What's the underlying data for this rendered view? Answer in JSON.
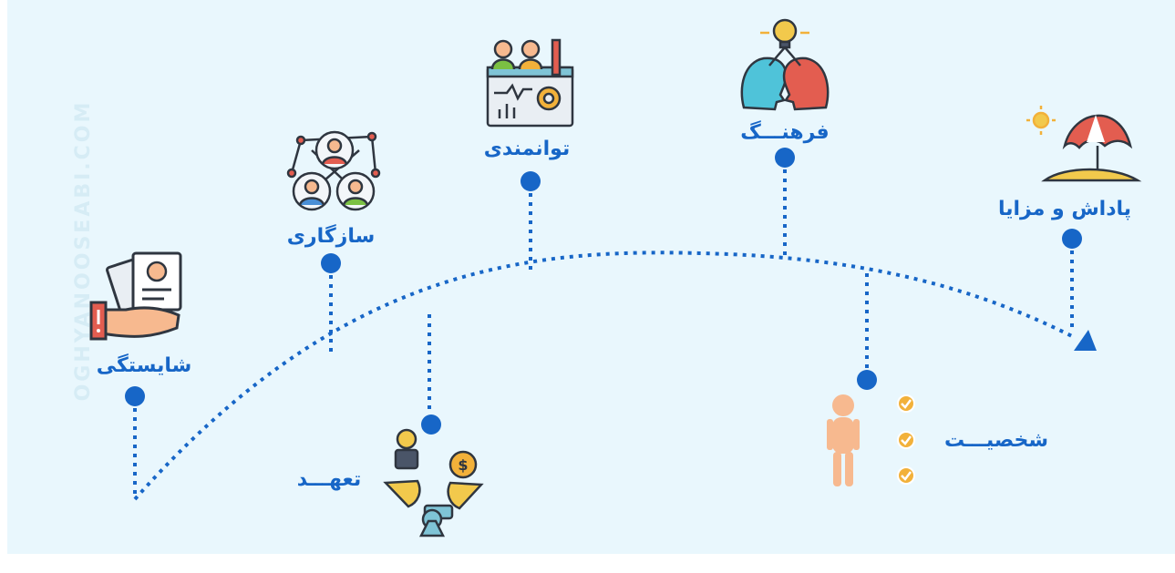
{
  "colors": {
    "background": "#e9f7fd",
    "dots": "#1766c7",
    "label": "#1766c7",
    "skin": "#f7b98f",
    "check": "#f2b13a"
  },
  "watermark": "OGHYANOOSEABI.COM",
  "milestones": [
    {
      "label": "شایستگی",
      "icon": "hand-holding-resume-icon"
    },
    {
      "label": "سازگاری",
      "icon": "people-network-icon"
    },
    {
      "label": "تعهـــد",
      "icon": "handshake-commitment-icon"
    },
    {
      "label": "توانمندی",
      "icon": "team-presentation-board-icon"
    },
    {
      "label": "فرهنـــگ",
      "icon": "two-heads-idea-icon"
    },
    {
      "label": "شخصیـــت",
      "icon": "person-checklist-icon"
    },
    {
      "label": "پاداش و مزایا",
      "icon": "beach-umbrella-icon"
    }
  ]
}
